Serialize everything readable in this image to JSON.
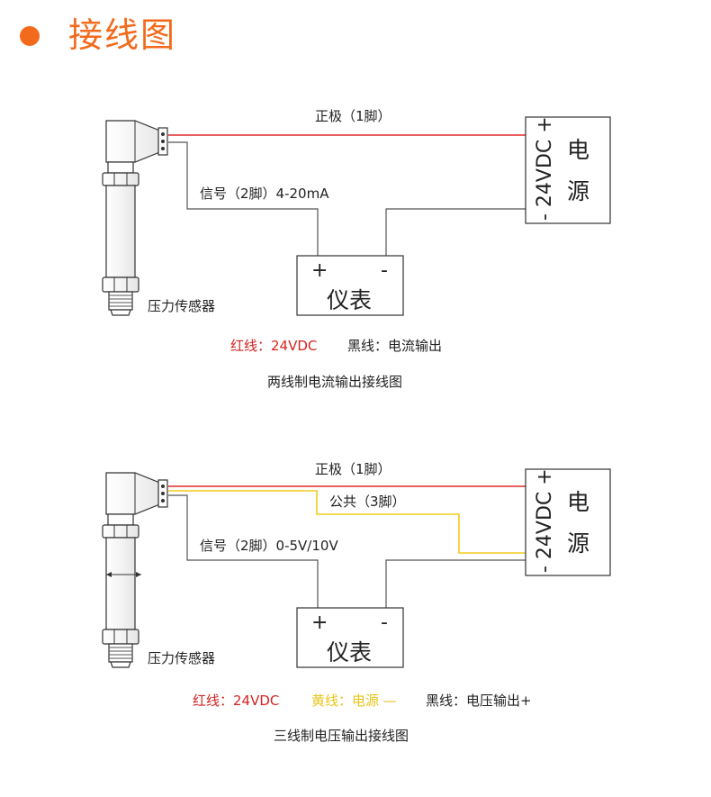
{
  "header": {
    "title": "接线图",
    "accent_color": "#f26b1d"
  },
  "colors": {
    "red_wire": "#e02a2a",
    "yellow_wire": "#f0cc1e",
    "black_wire": "#555555"
  },
  "diagram1": {
    "positive_label": "正极（1脚）",
    "signal_label": "信号（2脚）4-20mA",
    "sensor_label": "压力传感器",
    "meter_plus": "+",
    "meter_minus": "-",
    "meter_label": "仪表",
    "psu_voltage": "- 24VDC +",
    "psu_label_1": "电",
    "psu_label_2": "源",
    "legend_red": "红线：24VDC",
    "legend_black": "黑线：电流输出",
    "caption": "两线制电流输出接线图"
  },
  "diagram2": {
    "positive_label": "正极（1脚）",
    "common_label": "公共（3脚）",
    "signal_label": "信号（2脚）0-5V/10V",
    "sensor_label": "压力传感器",
    "meter_plus": "+",
    "meter_minus": "-",
    "meter_label": "仪表",
    "psu_voltage": "- 24VDC +",
    "psu_label_1": "电",
    "psu_label_2": "源",
    "legend_red": "红线：24VDC",
    "legend_yellow": "黄线：电源 —",
    "legend_black": "黑线：电压输出+",
    "caption": "三线制电压输出接线图"
  }
}
